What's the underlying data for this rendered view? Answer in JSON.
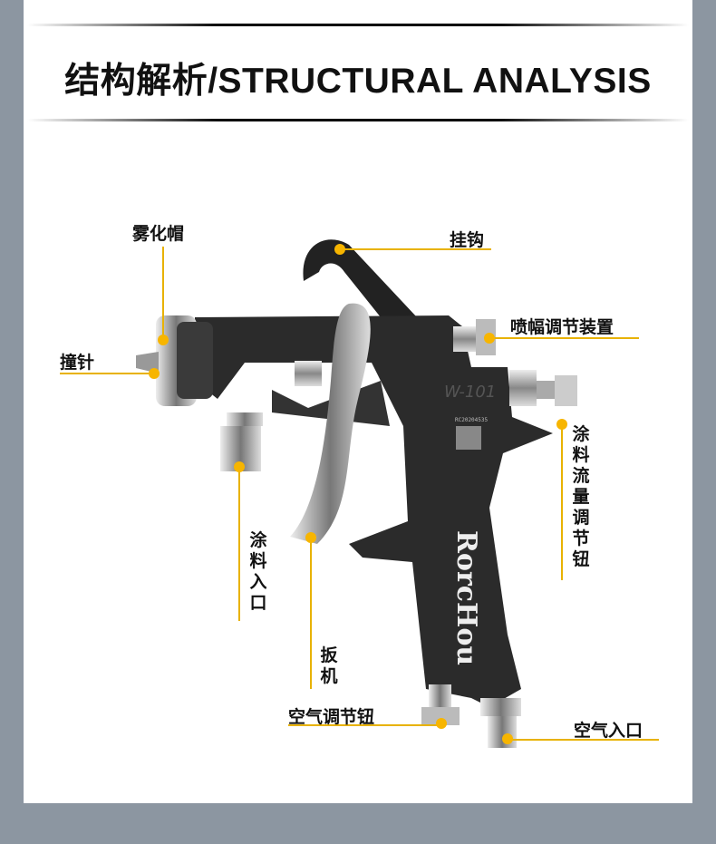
{
  "title": "结构解析/STRUCTURAL ANALYSIS",
  "accent_color": "#f7b500",
  "product": {
    "brand": "RorcHou",
    "model": "W-101",
    "serial": "RC20204535"
  },
  "labels": {
    "air_cap": "雾化帽",
    "hook": "挂钩",
    "spray_width_adjuster": "喷幅调节装置",
    "needle": "撞针",
    "fluid_flow_knob": "涂料流量调节钮",
    "paint_inlet": "涂料入口",
    "trigger": "扳机",
    "air_adjust_knob": "空气调节钮",
    "air_inlet": "空气入口"
  }
}
